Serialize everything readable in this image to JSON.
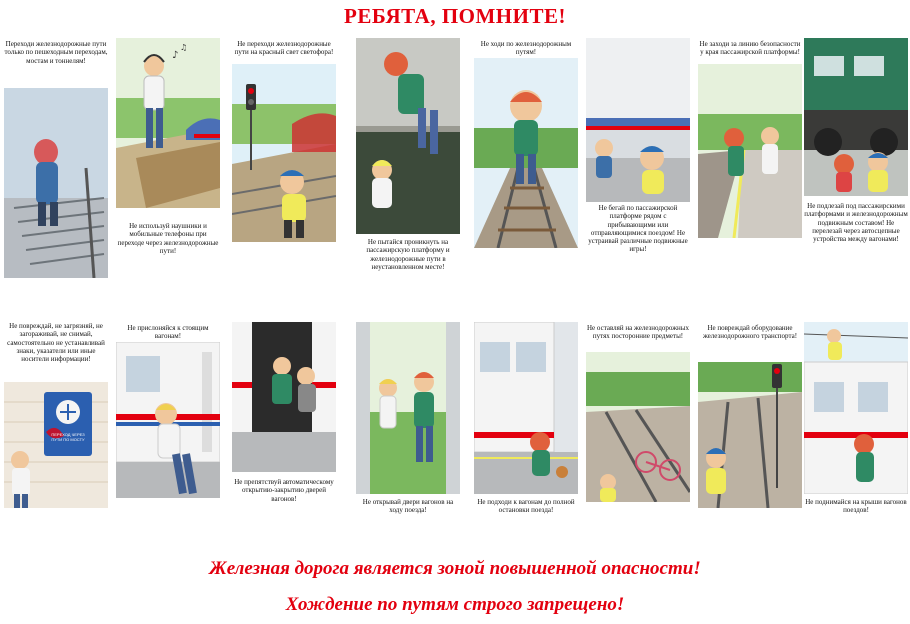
{
  "title": "РЕБЯТА, ПОМНИТЕ!",
  "row1": [
    {
      "caption": "Переходи железнодорожные пути только по пешеходным переходам, мостам и тоннелям!"
    },
    {
      "caption": "Не используй наушники и мобильные телефоны при переходе через железнодорожные пути!"
    },
    {
      "caption": "Не переходи железнодорожные пути на красный свет светофора!"
    },
    {
      "caption": "Не пытайся проникнуть на пассажирскую платформу и железнодорожные пути в неустановленном месте!"
    },
    {
      "caption": "Не ходи по железнодорожным путям!"
    },
    {
      "caption": "Не бегай по пассажирской платформе рядом с прибывающими или отправляющимися поездом! Не устраивай различные подвижные игры!"
    },
    {
      "caption": "Не заходи за линию безопасности у края пассажирской платформы!"
    },
    {
      "caption": "Не подлезай под пассажирскими платформами и железнодорожным подвижным составом! Не перелезай через автосцепные устройства между вагонами!"
    }
  ],
  "row2": [
    {
      "caption": "Не повреждай, не загрязняй, не загораживай, не снимай, самостоятельно не устанавливай знаки, указатели или иные носители информации!"
    },
    {
      "caption": "Не прислоняйся к стоящим вагонам!"
    },
    {
      "caption": "Не препятствуй автоматическому открытию-закрытию дверей вагонов!"
    },
    {
      "caption": "Не открывай двери вагонов на ходу поезда!"
    },
    {
      "caption": "Не подходи к вагонам до полной остановки поезда!"
    },
    {
      "caption": "Не оставляй на железнодорожных путях посторонние предметы!"
    },
    {
      "caption": "Не повреждай оборудование железнодорожного транспорта!"
    },
    {
      "caption": "Не поднимайся на крыши вагонов поездов!"
    }
  ],
  "sign": {
    "text": "ПЕРЕХОД ЧЕРЕЗ ПУТИ ПО МОСТУ"
  },
  "footer": {
    "line1": "Железная дорога является зоной повышенной опасности!",
    "line2": "Хождение по путям строго запрещено!"
  },
  "colors": {
    "accent": "#e3000f"
  }
}
